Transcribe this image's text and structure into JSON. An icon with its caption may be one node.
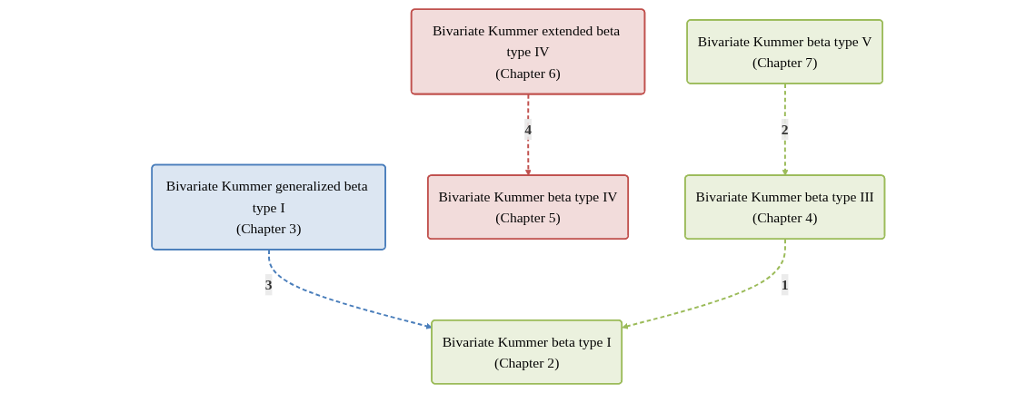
{
  "diagram": {
    "nodes": [
      {
        "text": [
          "Bivariate Kummer generalized beta type I",
          "(Chapter 3)"
        ]
      },
      {
        "text": [
          "Bivariate Kummer beta type V",
          "(Chapter 7)"
        ]
      },
      {
        "text": [
          "Bivariate Kummer beta type IV",
          "(Chapter 5)"
        ]
      },
      {
        "text": [
          "Bivariate Kummer beta type I",
          "(Chapter 2)"
        ]
      },
      {
        "text": [
          "Bivariate Kummer beta type III",
          "(Chapter 4)"
        ]
      },
      {
        "text": [
          "Bivariate Kummer extended beta type IV",
          "(Chapter 6)"
        ]
      }
    ],
    "edges": [
      {
        "from": 0,
        "to": 3,
        "arrow": "to",
        "label": "3",
        "style": "dashed",
        "color": "#4a7ebb"
      },
      {
        "from": 1,
        "to": 4,
        "arrow": "to",
        "label": "2",
        "style": "dashed",
        "color": "#9bbb59"
      },
      {
        "from": 4,
        "to": 3,
        "arrow": "to",
        "label": "1",
        "style": "dashed",
        "color": "#9bbb59"
      },
      {
        "from": 5,
        "to": 2,
        "arrow": "to",
        "label": "4",
        "style": "dashed",
        "color": "#c0504d"
      }
    ]
  }
}
